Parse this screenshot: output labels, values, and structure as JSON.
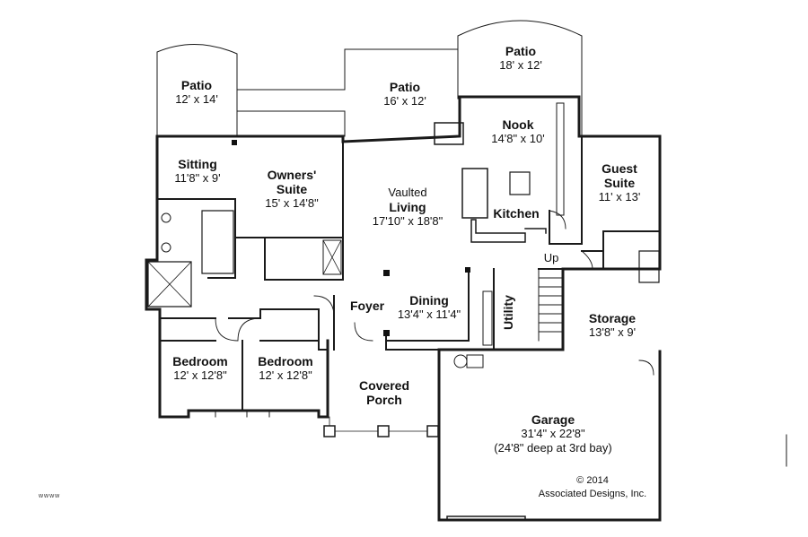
{
  "rooms": {
    "patio_left": {
      "name": "Patio",
      "dim": "12' x 14'"
    },
    "patio_center": {
      "name": "Patio",
      "dim": "16' x 12'"
    },
    "patio_right": {
      "name": "Patio",
      "dim": "18' x 12'"
    },
    "nook": {
      "name": "Nook",
      "dim": "14'8\" x 10'"
    },
    "sitting": {
      "name": "Sitting",
      "dim": "11'8\" x 9'"
    },
    "owners_suite": {
      "name": "Owners'",
      "name2": "Suite",
      "dim": "15' x 14'8\""
    },
    "vaulted_living": {
      "name1": "Vaulted",
      "name": "Living",
      "dim": "17'10\" x 18'8\""
    },
    "kitchen": {
      "name": "Kitchen"
    },
    "guest_suite": {
      "name": "Guest",
      "name2": "Suite",
      "dim": "11' x 13'"
    },
    "foyer": {
      "name": "Foyer"
    },
    "dining": {
      "name": "Dining",
      "dim": "13'4\" x 11'4\""
    },
    "utility": {
      "name": "Utility"
    },
    "up": {
      "name": "Up"
    },
    "storage": {
      "name": "Storage",
      "dim": "13'8\" x 9'"
    },
    "bedroom_left": {
      "name": "Bedroom",
      "dim": "12' x 12'8\""
    },
    "bedroom_right": {
      "name": "Bedroom",
      "dim": "12' x 12'8\""
    },
    "covered_porch": {
      "name": "Covered",
      "name2": "Porch"
    },
    "garage": {
      "name": "Garage",
      "dim": "31'4\" x 22'8\"",
      "dim2": "(24'8\" deep at 3rd bay)"
    }
  },
  "copyright": {
    "line1": "© 2014",
    "line2": "Associated Designs, Inc."
  },
  "watermark": "wwww",
  "colors": {
    "line": "#1a1a1a",
    "background": "#ffffff"
  }
}
